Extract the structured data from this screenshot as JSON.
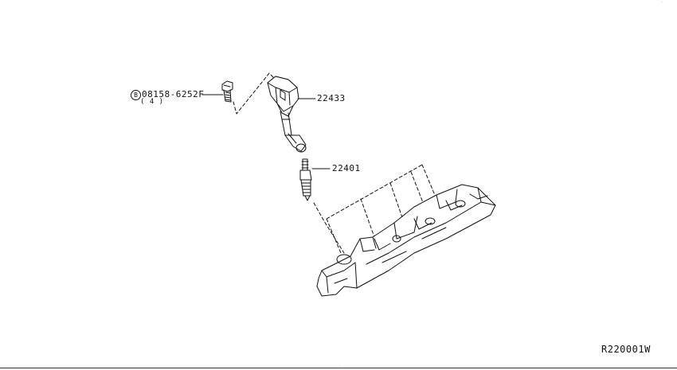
{
  "callouts": {
    "bolt_prefix": "B",
    "bolt_part": "08158-6252F",
    "bolt_qty": "( 4 )",
    "coil_part": "22433",
    "plug_part": "22401"
  },
  "diagram_code": "R220001W"
}
